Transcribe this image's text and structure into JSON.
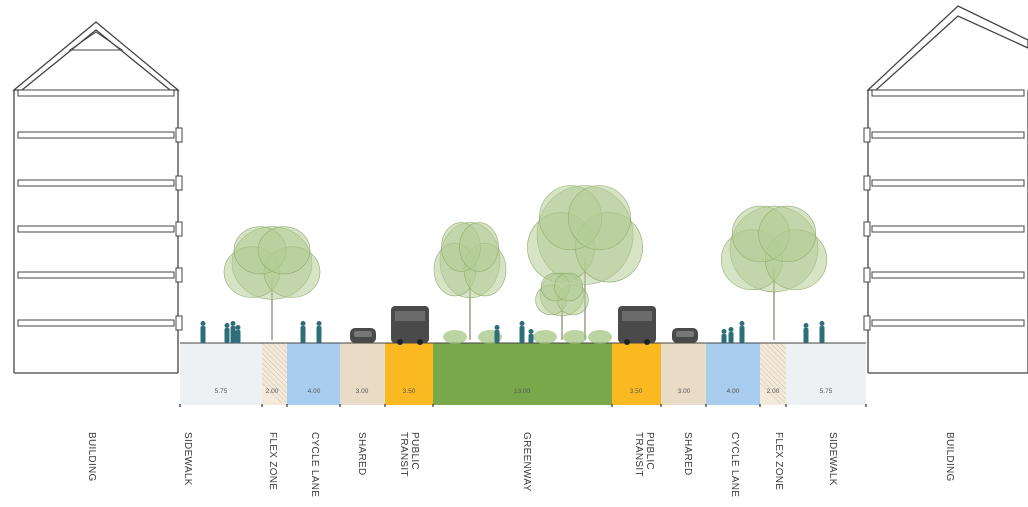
{
  "zones": [
    {
      "key": "building-left",
      "label": "BUILDING",
      "width": ""
    },
    {
      "key": "sidewalk-left",
      "label": "SIDEWALK",
      "width": "5.75"
    },
    {
      "key": "flex-left",
      "label": "FLEX ZONE",
      "width": "2.00"
    },
    {
      "key": "cycle-left",
      "label": "CYCLE LANE",
      "width": "4.00"
    },
    {
      "key": "shared-left",
      "label": "SHARED",
      "width": "3.00"
    },
    {
      "key": "transit-left",
      "label": "PUBLIC\nTRANSIT",
      "width": "3.50"
    },
    {
      "key": "greenway",
      "label": "GREENWAY",
      "width": "13.00"
    },
    {
      "key": "transit-right",
      "label": "PUBLIC\nTRANSIT",
      "width": "3.50"
    },
    {
      "key": "shared-right",
      "label": "SHARED",
      "width": "3.00"
    },
    {
      "key": "cycle-right",
      "label": "CYCLE LANE",
      "width": "4.00"
    },
    {
      "key": "flex-right",
      "label": "FLEX ZONE",
      "width": "2.00"
    },
    {
      "key": "sidewalk-right",
      "label": "SIDEWALK",
      "width": "5.75"
    },
    {
      "key": "building-right",
      "label": "BUILDING",
      "width": ""
    }
  ],
  "colors": {
    "sidewalk": "#eef1f4",
    "flex": "#f3eadb",
    "cycle": "#a9cdee",
    "shared": "#e8dcc6",
    "transit": "#fbb921",
    "greenway": "#78a84a",
    "vehicle": "#4a4a4a",
    "person": "#2e6d7a",
    "tree": "#b5cc96",
    "line": "#444444"
  }
}
